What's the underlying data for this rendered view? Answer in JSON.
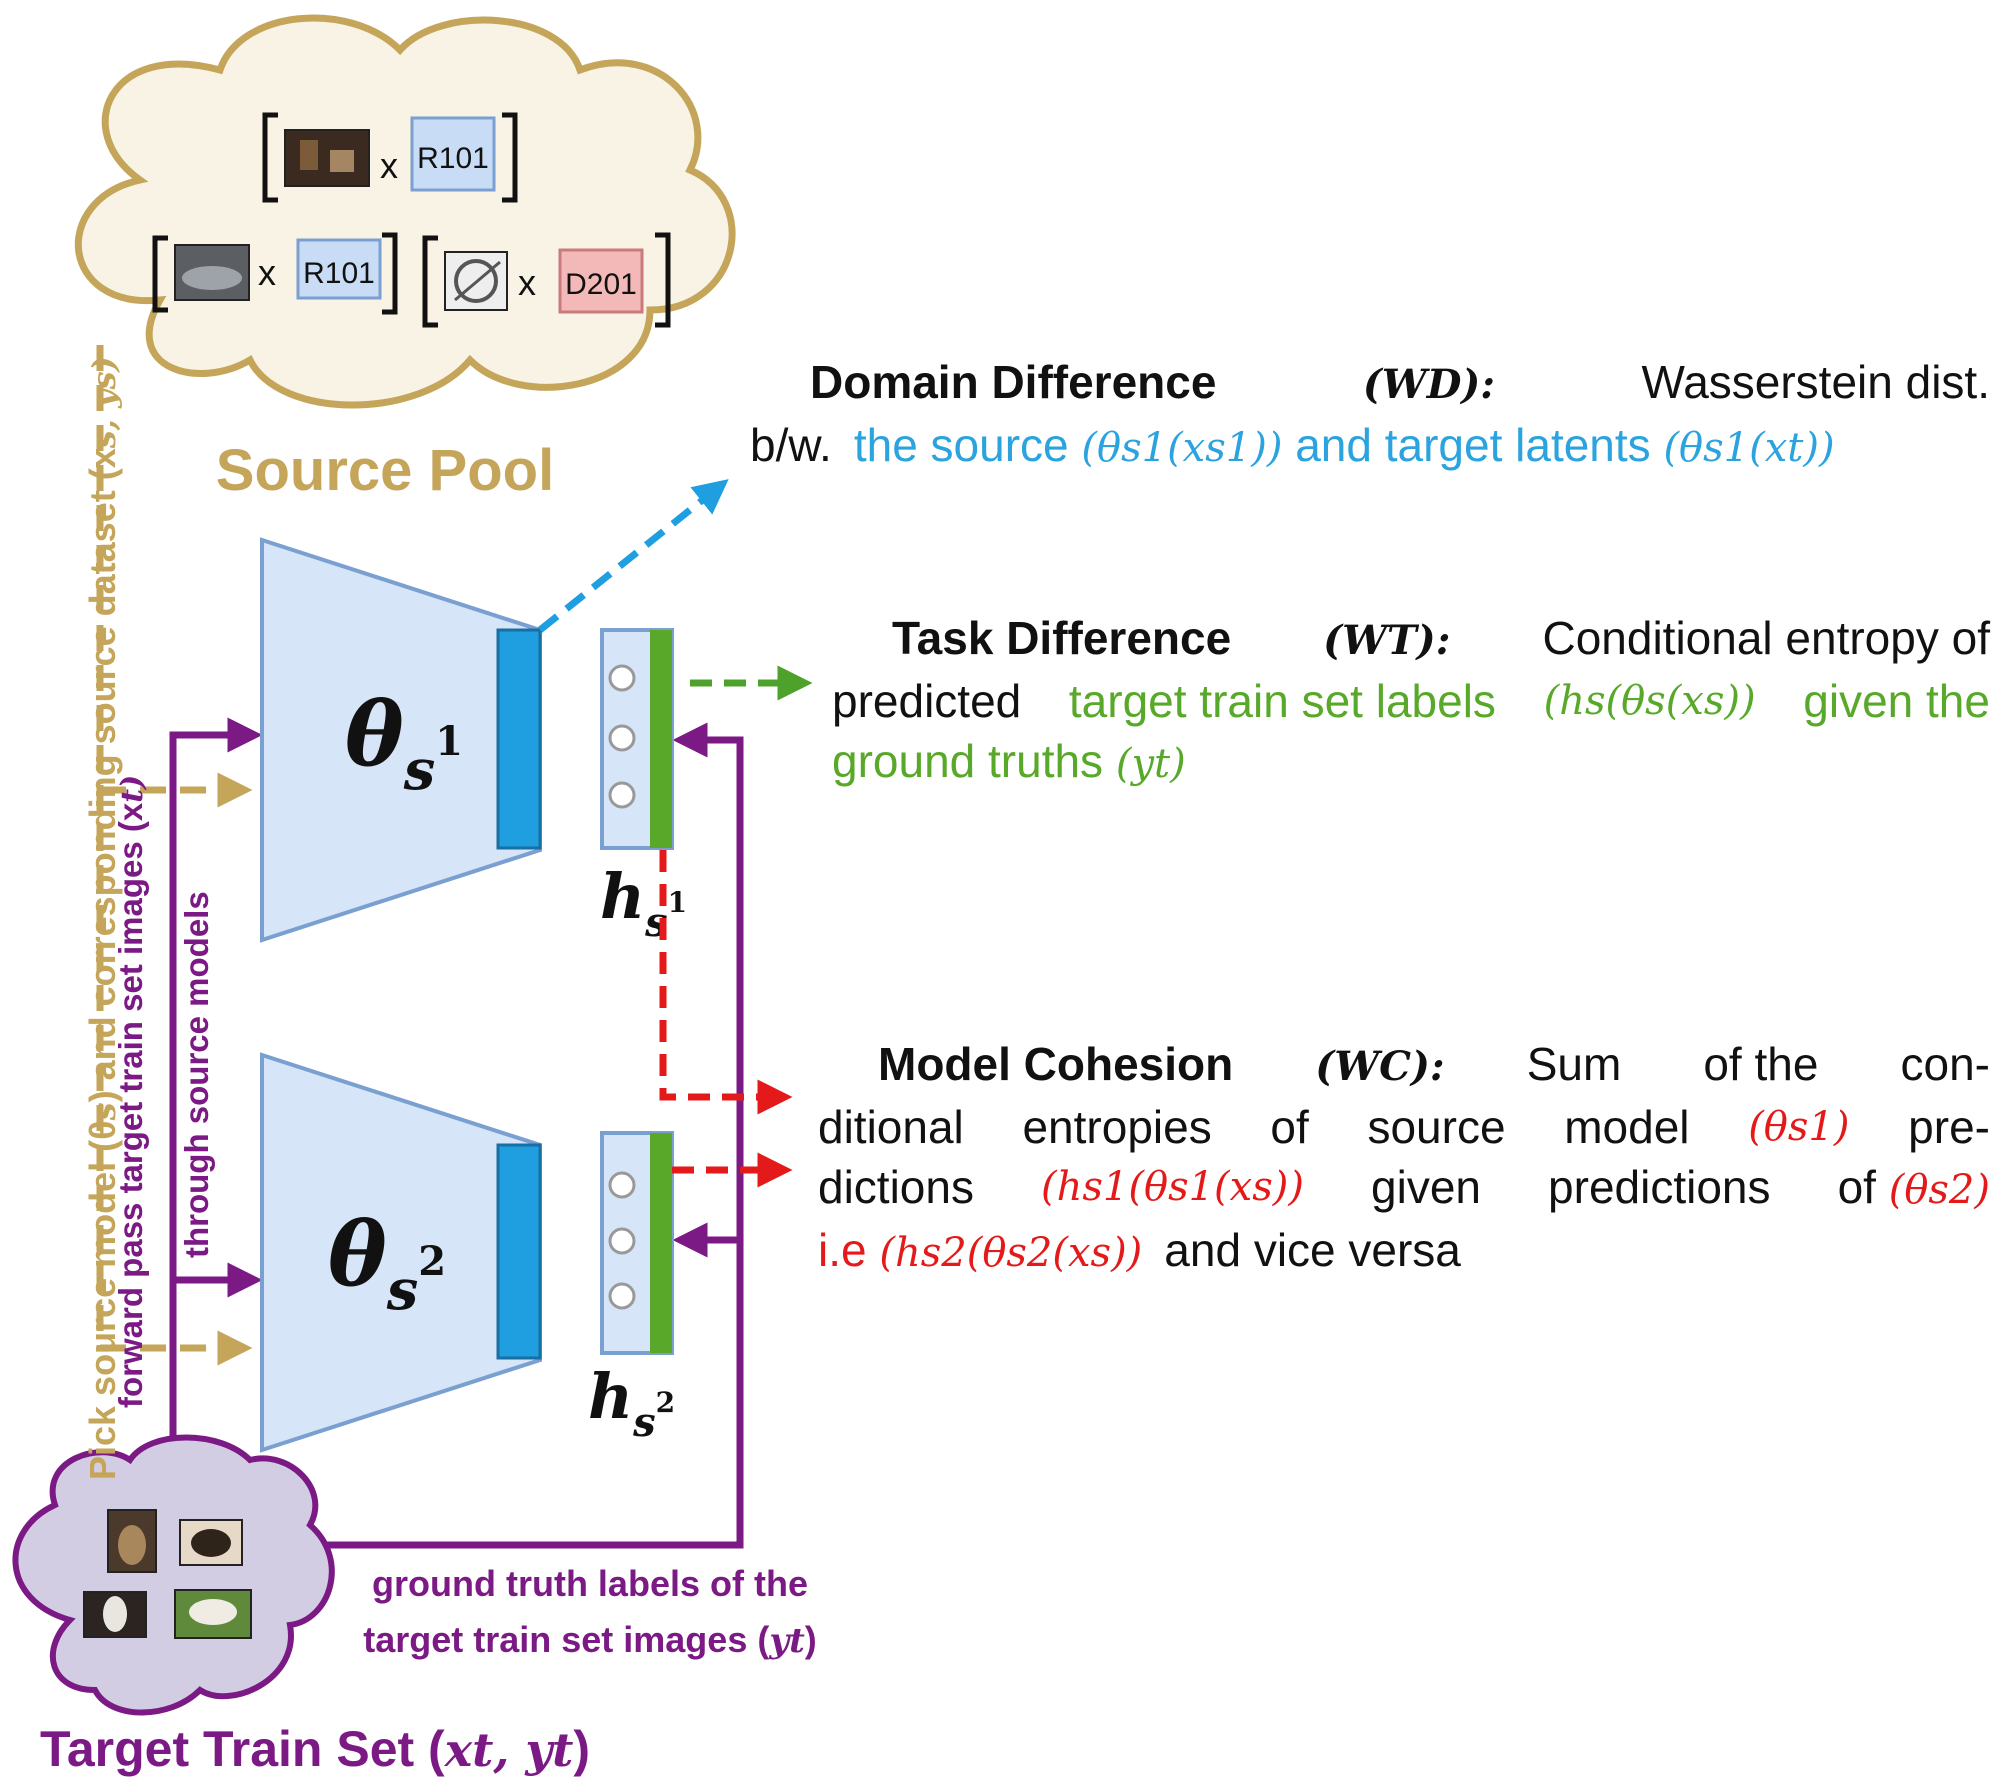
{
  "source_pool": {
    "title": "Source Pool",
    "pairs": [
      {
        "multiply": "x",
        "model": "R101",
        "model_color": "#c9dcf5"
      },
      {
        "multiply": "x",
        "model": "R101",
        "model_color": "#c9dcf5"
      },
      {
        "multiply": "x",
        "model": "D201",
        "model_color": "#f3b9b9"
      }
    ]
  },
  "models": {
    "theta1": {
      "base": "θ",
      "sub": "s",
      "sup": "1"
    },
    "theta2": {
      "base": "θ",
      "sub": "s",
      "sup": "2"
    },
    "h1": {
      "base": "h",
      "sub": "s",
      "sup": "1"
    },
    "h2": {
      "base": "h",
      "sub": "s",
      "sup": "2"
    }
  },
  "vertical_labels": {
    "outer_text": "Pick source model (θ",
    "outer_math": "s",
    "outer_text2": ") and corresponding source dataset (x",
    "outer_tail": "s, ys)",
    "inner_text": "forward pass target train set images (x",
    "inner_tail": "t)",
    "inner2": "through source models"
  },
  "target": {
    "title": "Target Train Set (",
    "title_math": "xt, yt",
    "title_close": ")",
    "gt_line1": "ground truth labels of the",
    "gt_line2": "target train set images (",
    "gt_math": "yt",
    "gt_close": ")"
  },
  "domain": {
    "title": "Domain Difference",
    "symbol": "(WD):",
    "text1": "Wasserstein dist.",
    "text2": "b/w.",
    "blue1": "the source",
    "blue_math1": "(θs1(xs1))",
    "blue2": "and target latents",
    "blue_math2": "(θs1(xt))"
  },
  "task": {
    "title": "Task Difference",
    "symbol": "(WT):",
    "text1": "Conditional entropy of",
    "text2": "predicted",
    "green1": "target train set labels",
    "green_math1": "(hs(θs(xs))",
    "green2": "given the",
    "green3": "ground truths",
    "green_math2": "(yt)"
  },
  "cohesion": {
    "title": "Model Cohesion",
    "symbol": "(WC):",
    "w_sum": "Sum",
    "w_of_the": "of the",
    "w_con": "con-",
    "w_ditional": "ditional",
    "w_entropies": "entropies",
    "w_of": "of",
    "w_source": "source",
    "w_model": "model",
    "red_math1": "(θs1)",
    "w_pre": "pre-",
    "w_dictions": "dictions",
    "red_math2": "(hs1(θs1(xs))",
    "w_given": "given",
    "w_predictions": "predictions",
    "w_of2": "of",
    "red_math3": "(θs2)",
    "red_ie": "i.e",
    "red_math4": "(hs2(θs2(xs))",
    "w_vice": "and vice versa"
  },
  "colors": {
    "gold": "#c4a55a",
    "purple": "#7b1a84",
    "blue_arrow": "#1f9ee0",
    "green_arrow": "#4ea12a",
    "red_arrow": "#e41a1a",
    "encoder_fill": "#d6e5f7",
    "encoder_stroke": "#7a9fd1",
    "latent": "#1f9ee0",
    "head_green": "#5aa82a",
    "cloud_fill": "#f8f3e4",
    "target_cloud": "#d3cde3"
  }
}
